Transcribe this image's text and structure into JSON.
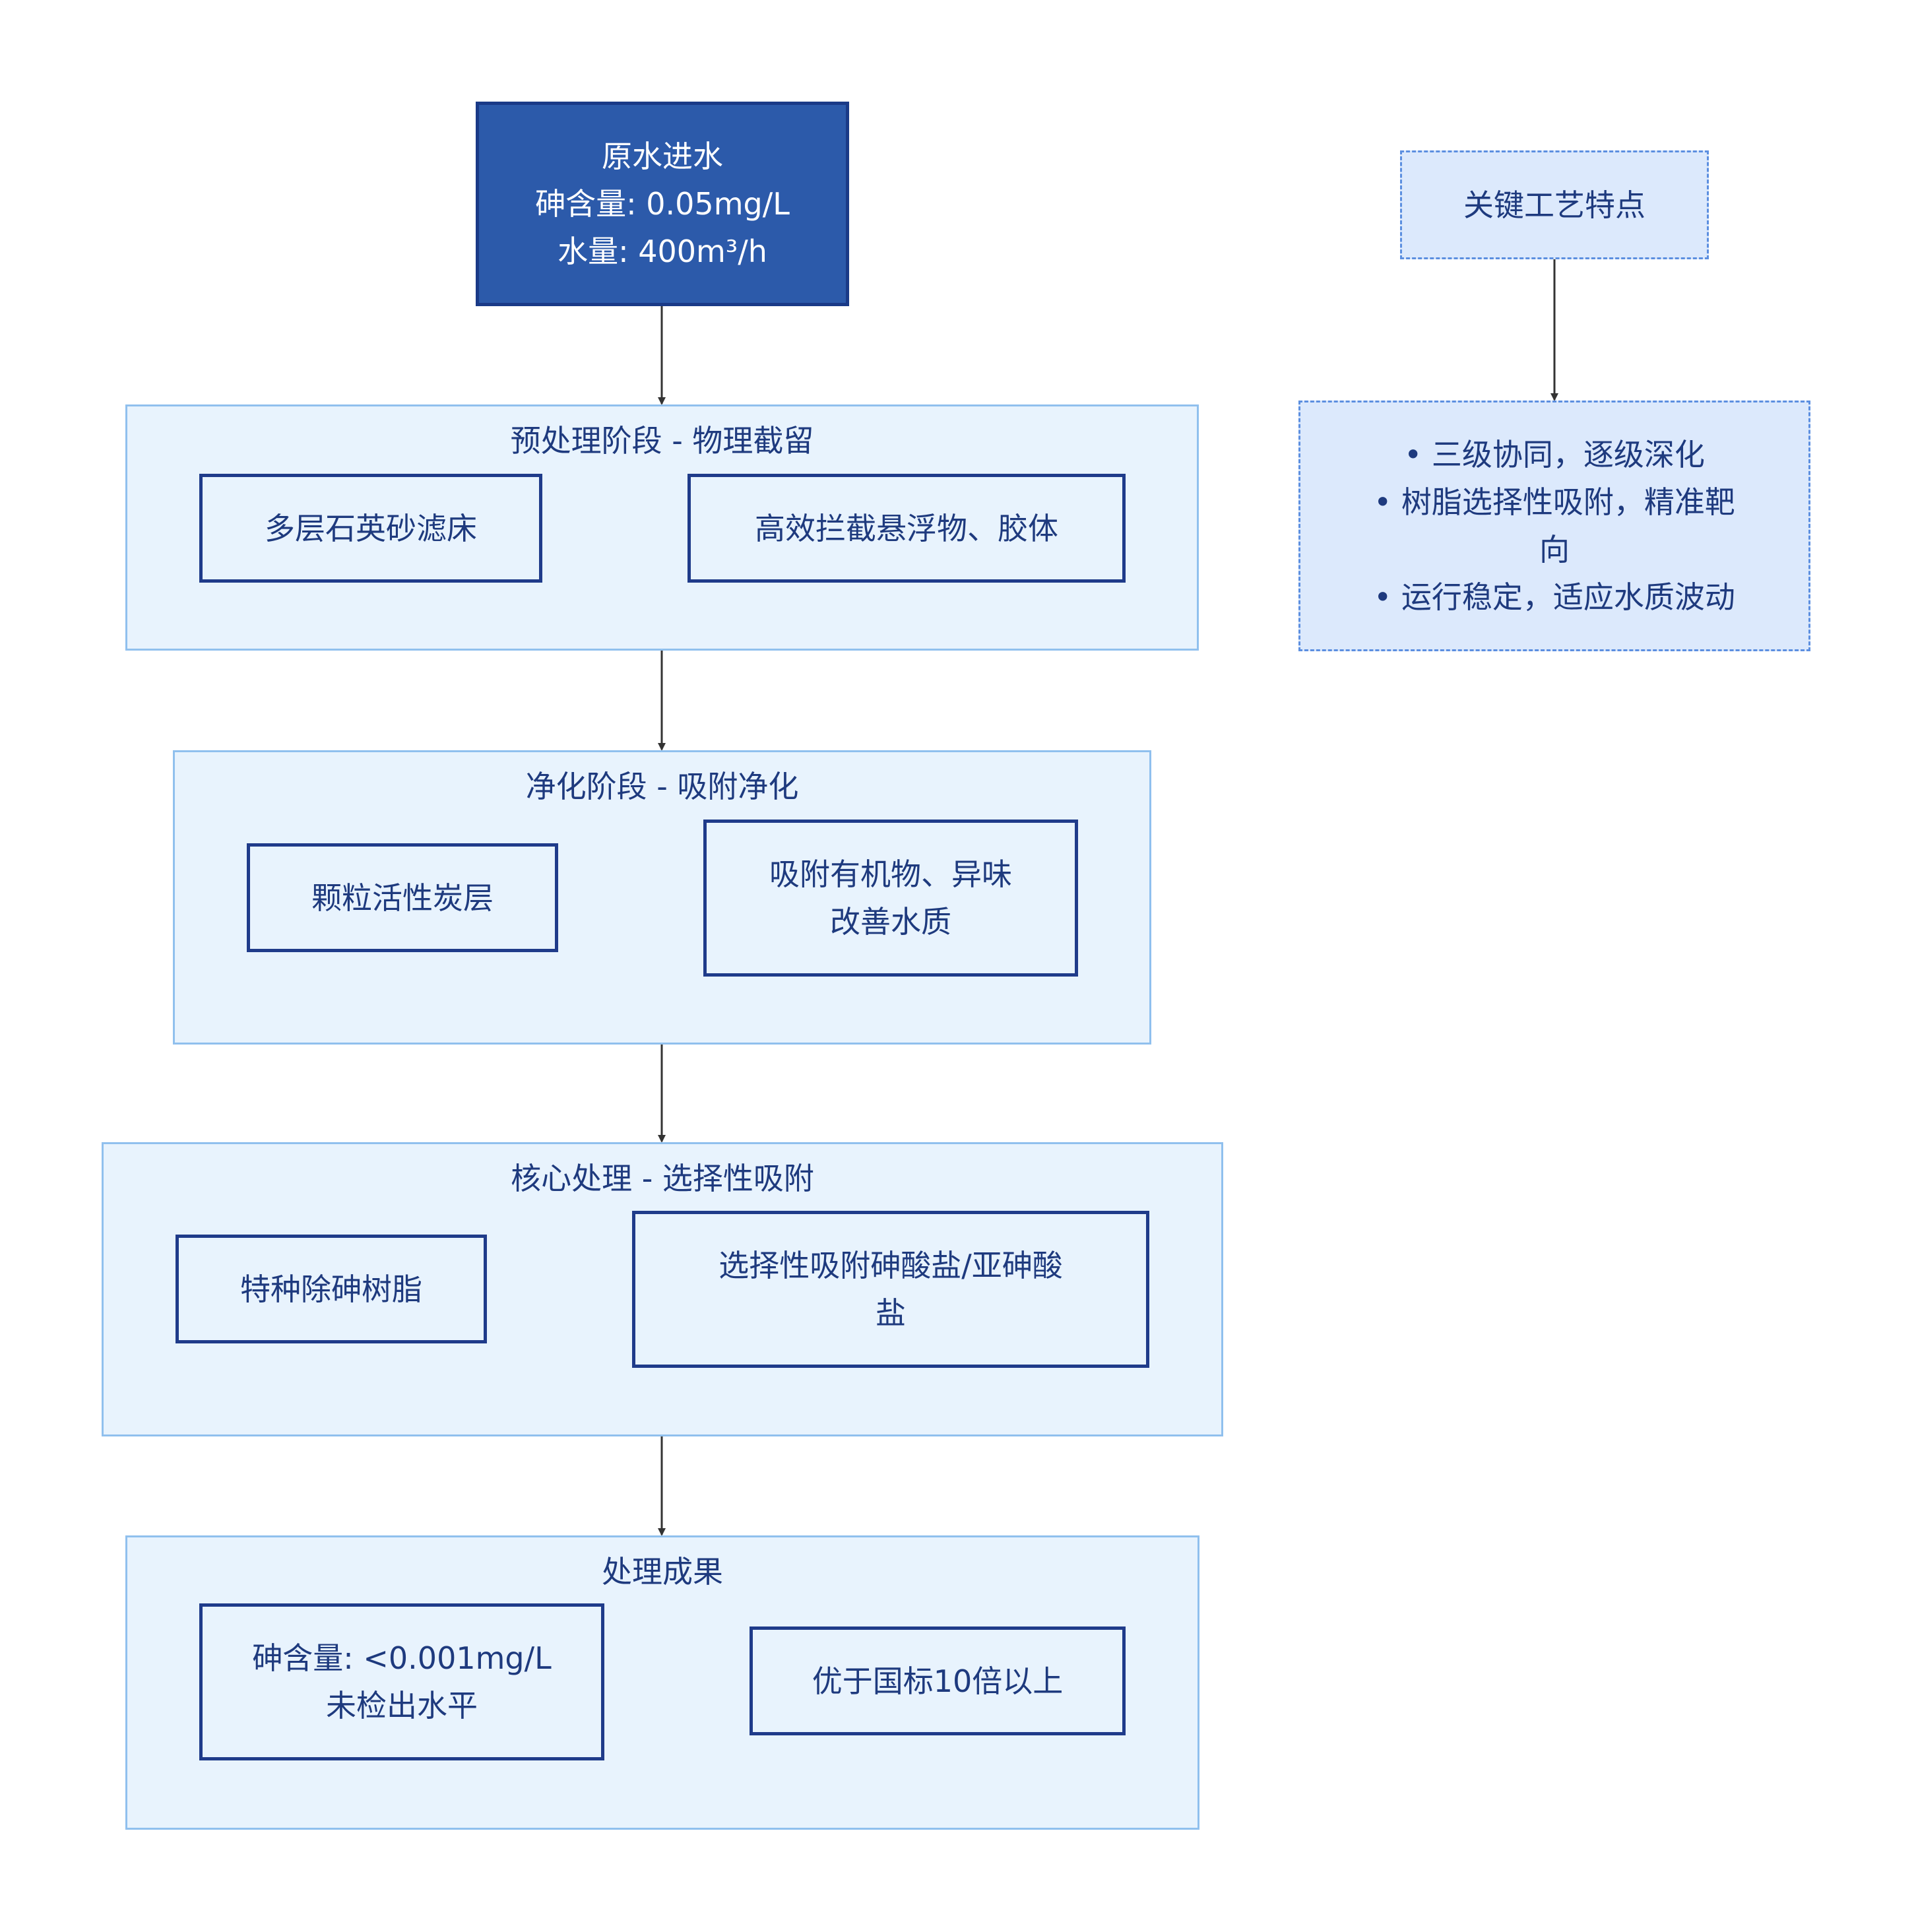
{
  "input": {
    "lines": [
      "原水进水",
      "砷含量: 0.05mg/L",
      "水量: 400m³/h"
    ]
  },
  "stages": [
    {
      "title": "预处理阶段 - 物理截留",
      "left": {
        "lines": [
          "多层石英砂滤床"
        ]
      },
      "right": {
        "lines": [
          "高效拦截悬浮物、胶体"
        ]
      }
    },
    {
      "title": "净化阶段 - 吸附净化",
      "left": {
        "lines": [
          "颗粒活性炭层"
        ]
      },
      "right": {
        "lines": [
          "吸附有机物、异味",
          "改善水质"
        ]
      }
    },
    {
      "title": "核心处理 - 选择性吸附",
      "left": {
        "lines": [
          "特种除砷树脂"
        ]
      },
      "right": {
        "lines": [
          "选择性吸附砷酸盐/亚砷酸",
          "盐"
        ]
      }
    },
    {
      "title": "处理成果",
      "left": {
        "lines": [
          "砷含量: <0.001mg/L",
          "未检出水平"
        ]
      },
      "right": {
        "lines": [
          "优于国标10倍以上"
        ]
      }
    }
  ],
  "features": {
    "title": "关键工艺特点",
    "items": [
      "• 三级协同，逐级深化",
      "• 树脂选择性吸附，精准靶",
      "向",
      "• 运行稳定，适应水质波动"
    ]
  },
  "colors": {
    "stage_fill": "#e8f3fd",
    "stage_border": "#90c0ee",
    "node_border": "#1f3b8a",
    "input_fill": "#2c5aaa",
    "note_fill": "#dce9fc",
    "note_border": "#5c8fe0",
    "text": "#1e3a7e",
    "edge": "#333333"
  }
}
